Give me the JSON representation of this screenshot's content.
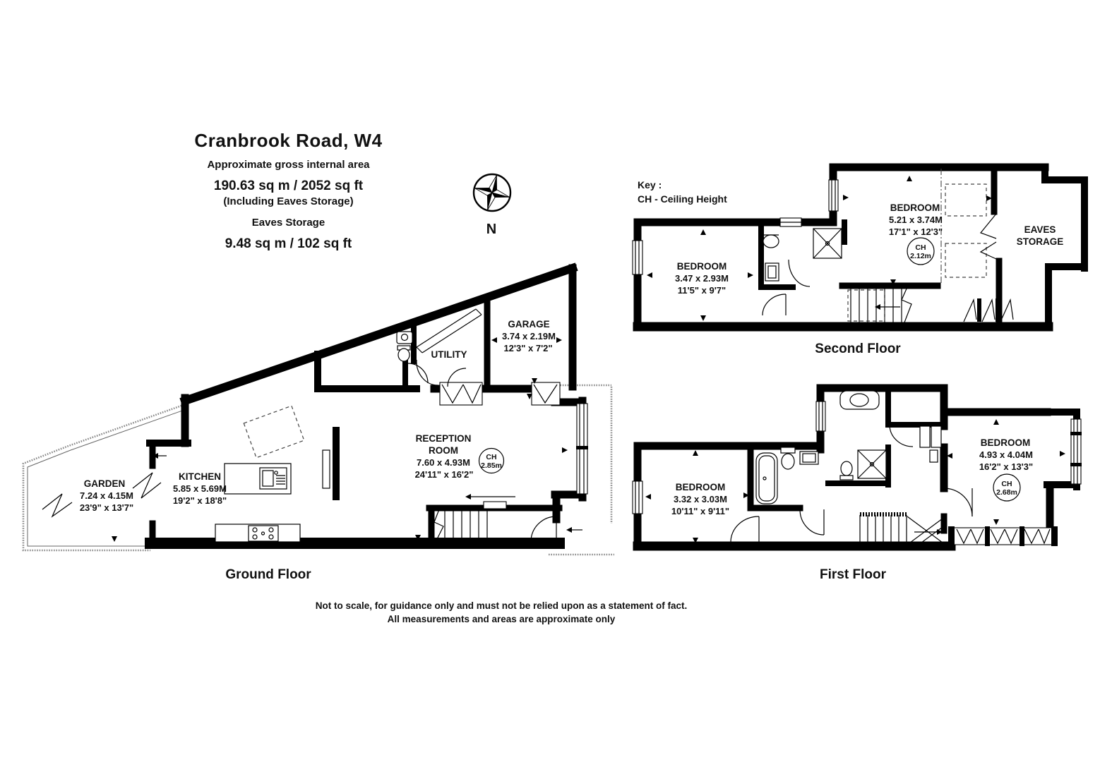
{
  "title_block": {
    "address": "Cranbrook Road, W4",
    "subtitle": "Approximate gross internal area",
    "total_area": "190.63 sq m /  2052 sq ft",
    "including": "(Including Eaves Storage)",
    "eaves_title": "Eaves Storage",
    "eaves_area": "9.48 sq m /  102 sq ft"
  },
  "compass": {
    "label": "N"
  },
  "key": {
    "title": "Key :",
    "ch": "CH - Ceiling Height"
  },
  "floors": {
    "ground": {
      "label": "Ground Floor",
      "garden": {
        "name": "GARDEN",
        "metric": "7.24 x 4.15M",
        "imperial": "23'9\" x 13'7\""
      },
      "kitchen": {
        "name": "KITCHEN",
        "metric": "5.85 x 5.69M",
        "imperial": "19'2\" x 18'8\""
      },
      "reception": {
        "name_line1": "RECEPTION",
        "name_line2": "ROOM",
        "metric": "7.60 x 4.93M",
        "imperial": "24'11\" x 16'2\"",
        "ch_label": "CH",
        "ch_value": "2.85m"
      },
      "utility": {
        "name": "UTILITY"
      },
      "garage": {
        "name": "GARAGE",
        "metric": "3.74 x 2.19M",
        "imperial": "12'3\" x 7'2\""
      }
    },
    "first": {
      "label": "First Floor",
      "bedroom_left": {
        "name": "BEDROOM",
        "metric": "3.32 x 3.03M",
        "imperial": "10'11\" x 9'11\""
      },
      "bedroom_right": {
        "name": "BEDROOM",
        "metric": "4.93 x 4.04M",
        "imperial": "16'2\" x 13'3\"",
        "ch_label": "CH",
        "ch_value": "2.68m"
      }
    },
    "second": {
      "label": "Second Floor",
      "bedroom_left": {
        "name": "BEDROOM",
        "metric": "3.47 x 2.93M",
        "imperial": "11'5\" x 9'7\""
      },
      "bedroom_right": {
        "name": "BEDROOM",
        "metric": "5.21 x 3.74M",
        "imperial": "17'1\" x 12'3\"",
        "ch_label": "CH",
        "ch_value": "2.12m"
      },
      "eaves": {
        "line1": "EAVES",
        "line2": "STORAGE"
      }
    }
  },
  "footer": {
    "line1": "Not to scale, for guidance only and must not be relied upon as a statement of fact.",
    "line2": "All measurements and areas are approximate only"
  }
}
